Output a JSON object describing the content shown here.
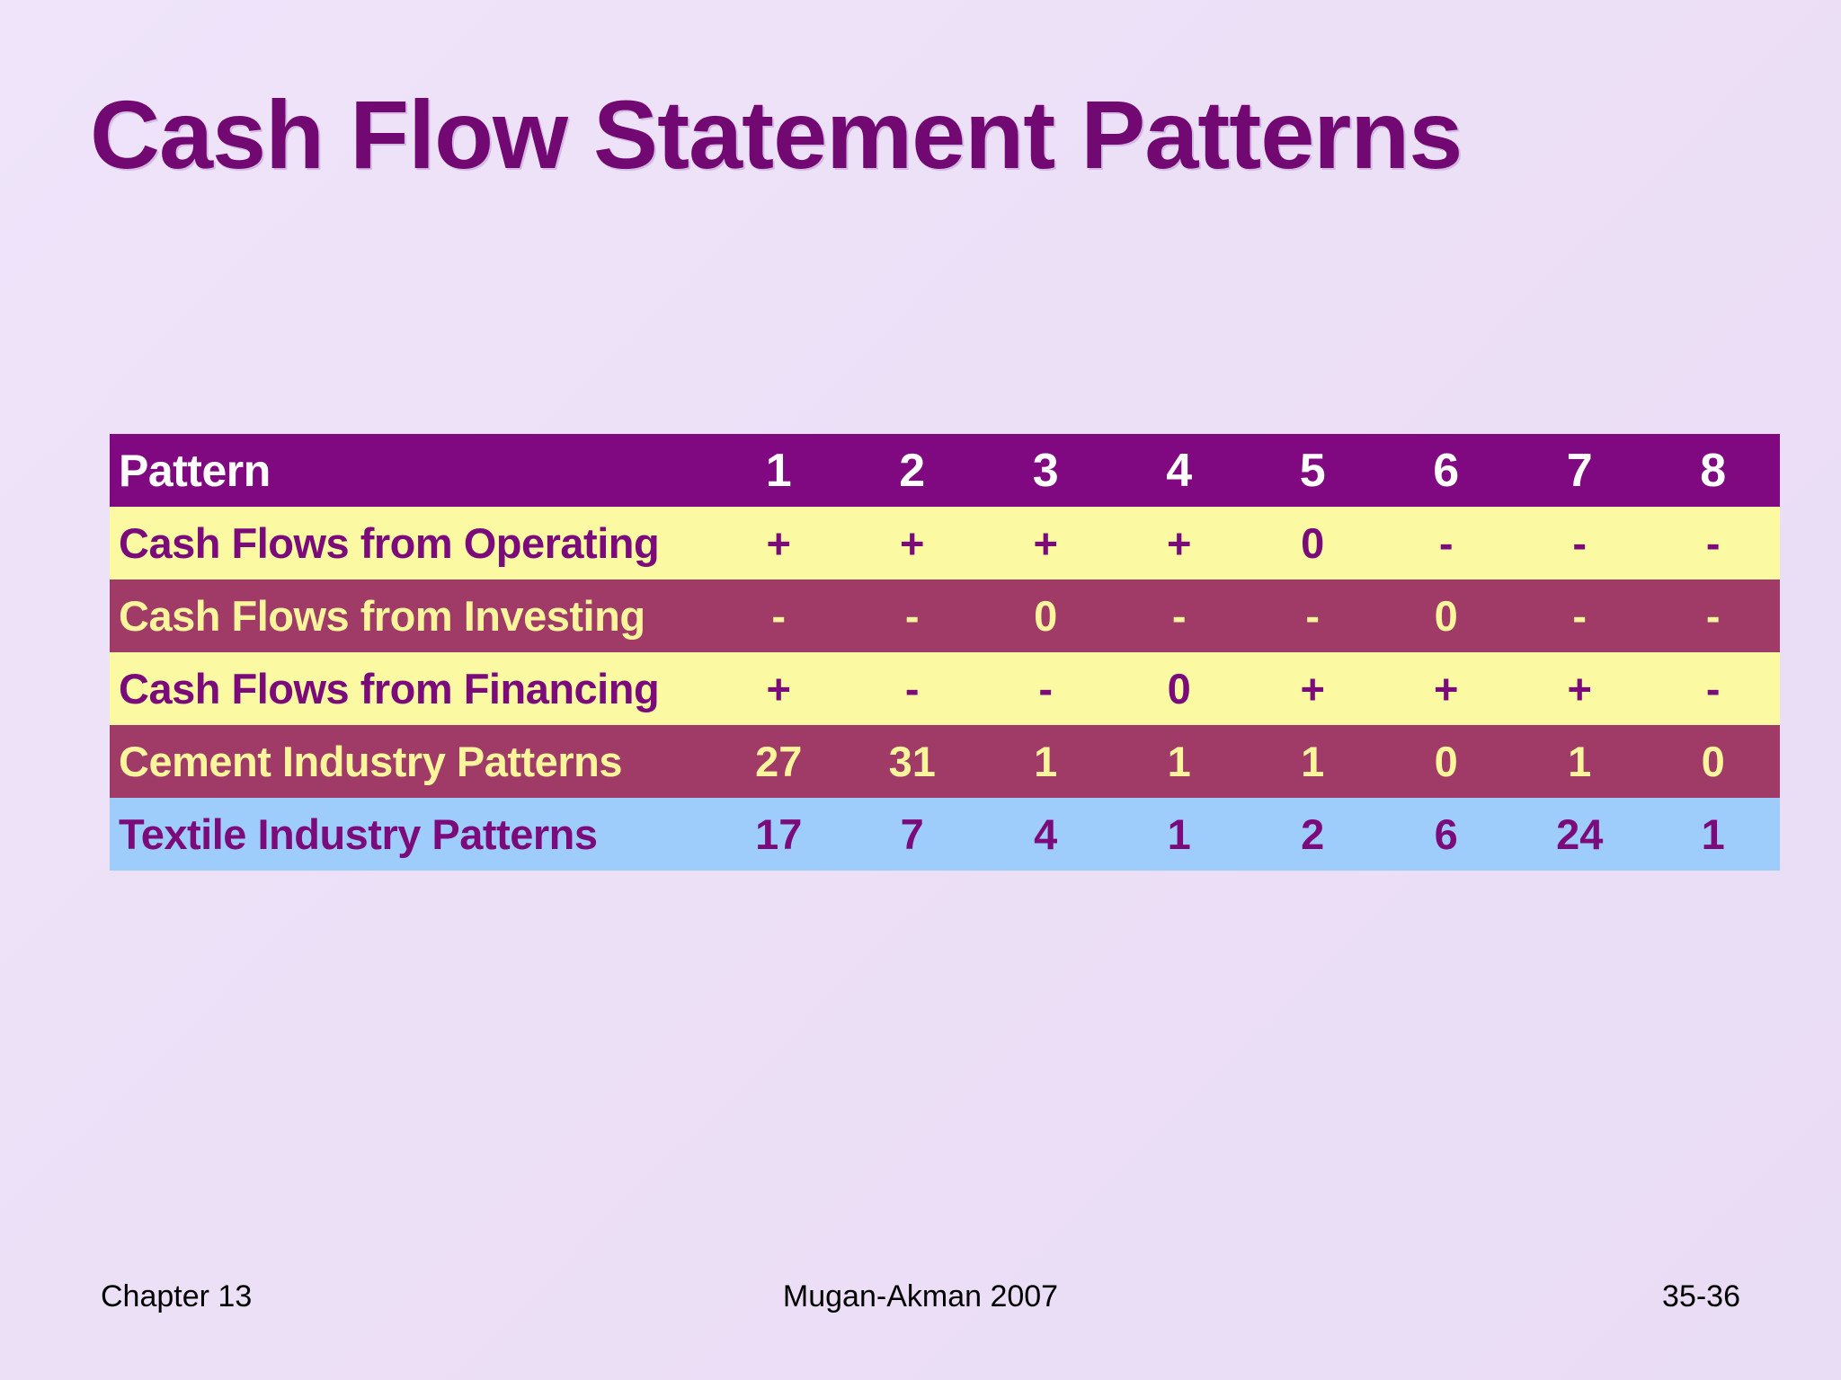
{
  "slide": {
    "title": "Cash Flow Statement Patterns",
    "background_color": "#ece0f7",
    "title_color": "#720972"
  },
  "colors": {
    "header_row_bg": "#800880",
    "header_row_text": "#ffffff",
    "yellow_row_bg": "#fbfaa3",
    "yellow_row_text": "#7b0b7b",
    "maroon_row_bg": "#a03a67",
    "maroon_row_text": "#fbf69b",
    "blue_row_bg": "#9fcdfb",
    "blue_row_text": "#7b0b7b"
  },
  "chart_data": {
    "type": "table",
    "title": "Cash Flow Statement Patterns",
    "columns": [
      "Pattern",
      "1",
      "2",
      "3",
      "4",
      "5",
      "6",
      "7",
      "8"
    ],
    "rows": [
      {
        "label": "Cash Flows from Operating",
        "values": [
          "+",
          "+",
          "+",
          "+",
          "0",
          "-",
          "-",
          "-"
        ]
      },
      {
        "label": "Cash Flows from Investing",
        "values": [
          "-",
          "-",
          "0",
          "-",
          "-",
          "0",
          "-",
          "-"
        ]
      },
      {
        "label": "Cash Flows from Financing",
        "values": [
          "+",
          "-",
          "-",
          "0",
          "+",
          "+",
          "+",
          "-"
        ]
      },
      {
        "label": "Cement Industry Patterns",
        "values": [
          "27",
          "31",
          "1",
          "1",
          "1",
          "0",
          "1",
          "0"
        ]
      },
      {
        "label": "Textile Industry Patterns",
        "values": [
          "17",
          "7",
          "4",
          "1",
          "2",
          "6",
          "24",
          "1"
        ]
      }
    ]
  },
  "table": {
    "header": {
      "label": "Pattern",
      "cols": [
        "1",
        "2",
        "3",
        "4",
        "5",
        "6",
        "7",
        "8"
      ]
    },
    "rows": [
      {
        "label": "Cash Flows from Operating",
        "cells": [
          "+",
          "+",
          "+",
          "+",
          "0",
          "-",
          "-",
          "-"
        ]
      },
      {
        "label": "Cash Flows from Investing",
        "cells": [
          "-",
          "-",
          "0",
          "-",
          "-",
          "0",
          "-",
          "-"
        ]
      },
      {
        "label": "Cash Flows from Financing",
        "cells": [
          "+",
          "-",
          "-",
          "0",
          "+",
          "+",
          "+",
          "-"
        ]
      },
      {
        "label": "Cement Industry Patterns",
        "cells": [
          "27",
          "31",
          "1",
          "1",
          "1",
          "0",
          "1",
          "0"
        ]
      },
      {
        "label": "Textile Industry Patterns",
        "cells": [
          "17",
          "7",
          "4",
          "1",
          "2",
          "6",
          "24",
          "1"
        ]
      }
    ]
  },
  "footer": {
    "chapter": "Chapter 13",
    "credit": "Mugan-Akman 2007",
    "page": "35-36"
  }
}
